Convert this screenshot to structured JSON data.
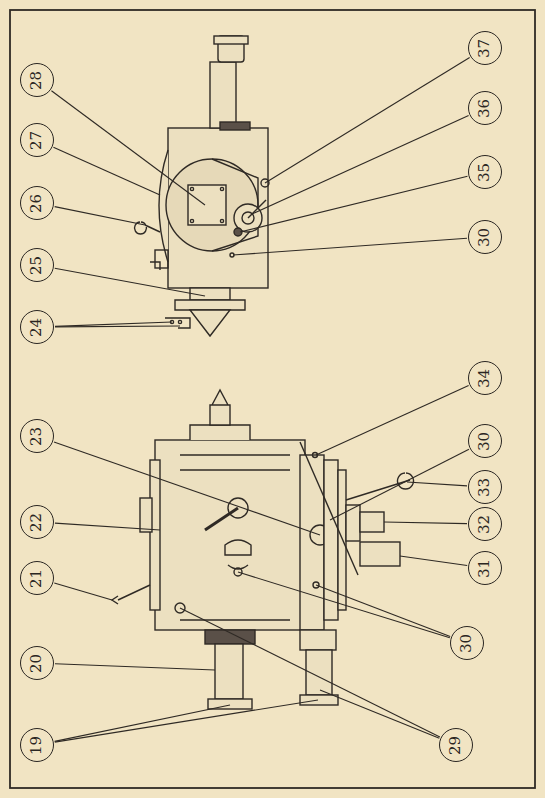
{
  "diagram": {
    "nodes": [
      {
        "text": [
          "28"
        ]
      },
      {
        "text": [
          "27"
        ]
      },
      {
        "text": [
          "26"
        ]
      },
      {
        "text": [
          "25"
        ]
      },
      {
        "text": [
          "24"
        ]
      },
      {
        "text": [
          "37"
        ]
      },
      {
        "text": [
          "36"
        ]
      },
      {
        "text": [
          "35"
        ]
      },
      {
        "text": [
          "30"
        ]
      },
      {
        "text": [
          "34"
        ]
      },
      {
        "text": [
          "30"
        ]
      },
      {
        "text": [
          "33"
        ]
      },
      {
        "text": [
          "32"
        ]
      },
      {
        "text": [
          "31"
        ]
      },
      {
        "text": [
          "23"
        ]
      },
      {
        "text": [
          "22"
        ]
      },
      {
        "text": [
          "21"
        ]
      },
      {
        "text": [
          "20"
        ]
      },
      {
        "text": [
          "19"
        ]
      },
      {
        "text": [
          "30"
        ]
      },
      {
        "text": [
          "29"
        ]
      }
    ]
  }
}
